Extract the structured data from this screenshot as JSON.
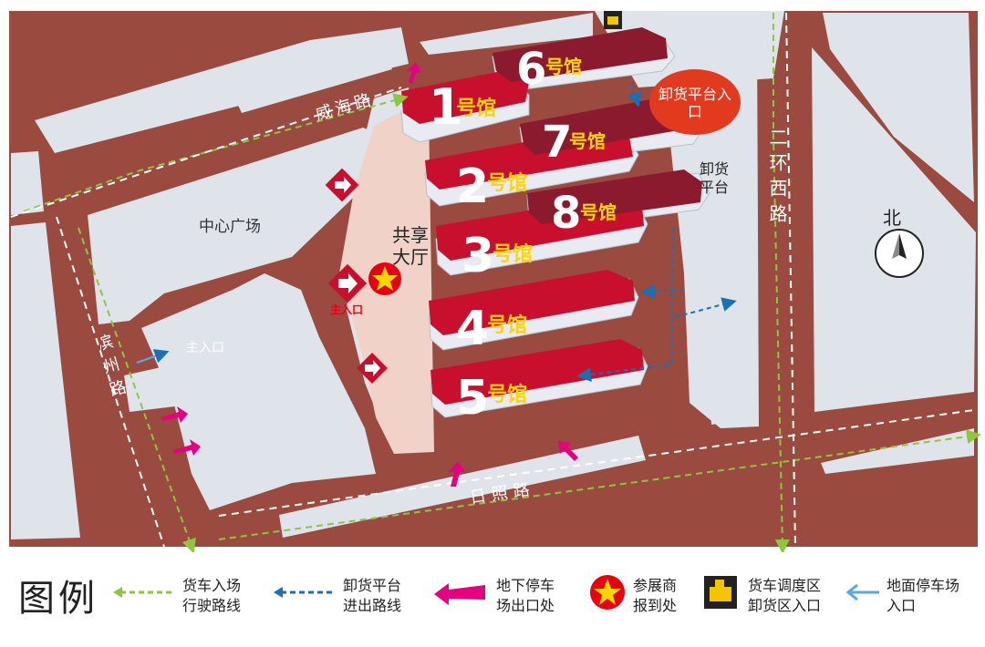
{
  "map": {
    "roads": {
      "weihai": "威海路",
      "erhuan_west": "二环西路",
      "binzhou": "滨州路",
      "rizhao": "日照路"
    },
    "areas": {
      "central_plaza": "中心广场",
      "shared_hall": "共享大厅",
      "main_entrance_plaza": "主入口",
      "main_entrance_road": "主入口"
    },
    "unloading": {
      "platform_top": "卸货平台入口",
      "platform_right": "卸货平台"
    },
    "compass": "北",
    "halls": [
      {
        "num": "1",
        "suffix": "号馆"
      },
      {
        "num": "2",
        "suffix": "号馆"
      },
      {
        "num": "3",
        "suffix": "号馆"
      },
      {
        "num": "4",
        "suffix": "号馆"
      },
      {
        "num": "5",
        "suffix": "号馆"
      },
      {
        "num": "6",
        "suffix": "号馆"
      },
      {
        "num": "7",
        "suffix": "号馆"
      },
      {
        "num": "8",
        "suffix": "号馆"
      }
    ]
  },
  "legend": {
    "title": "图例",
    "items": [
      {
        "line1": "货车入场",
        "line2": "行驶路线",
        "icon": "green-dashed-arrow-icon",
        "color": "#8dc63f"
      },
      {
        "line1": "卸货平台",
        "line2": "进出路线",
        "icon": "blue-dashed-arrow-icon",
        "color": "#1b6fb5"
      },
      {
        "line1": "地下停车",
        "line2": "场出口处",
        "icon": "magenta-arrow-icon",
        "color": "#e4007f"
      },
      {
        "line1": "参展商",
        "line2": "报到处",
        "icon": "red-star-icon",
        "color": "#e60012"
      },
      {
        "line1": "货车调度区",
        "line2": "卸货区入口",
        "icon": "truck-dispatch-icon",
        "color": "#f5c400"
      },
      {
        "line1": "地面停车场",
        "line2": "入口",
        "icon": "light-blue-arrow-icon",
        "color": "#5aa9e6"
      }
    ]
  },
  "colors": {
    "road": "#9a4a3f",
    "block": "#dfe3ea",
    "hall_main": "#c8102e",
    "hall_dark": "#8b1a2e",
    "hall_side": "#e8ecf2",
    "plaza": "#f1d2c8"
  }
}
